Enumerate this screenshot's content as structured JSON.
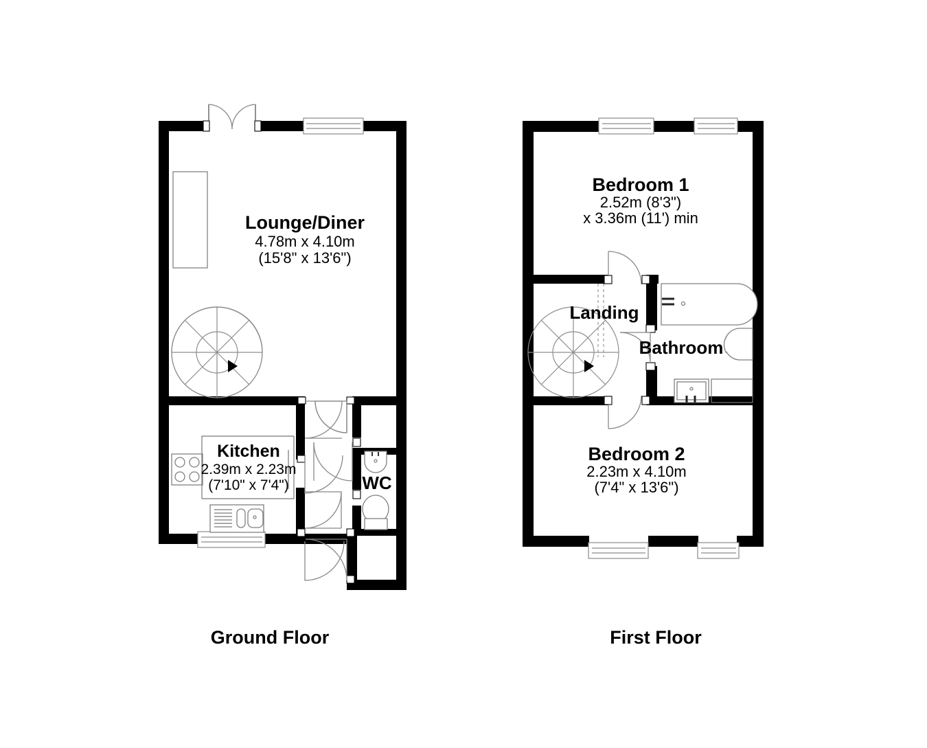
{
  "document": {
    "kind": "floor-plan",
    "background_color": "#ffffff",
    "ink_color": "#000000",
    "detail_color": "#808080"
  },
  "floors": [
    {
      "id": "ground-floor",
      "label": "Ground Floor",
      "rooms": [
        {
          "id": "lounge-diner",
          "name": "Lounge/Diner",
          "dim_metric": "4.78m x 4.10m",
          "dim_imperial": "(15'8\" x 13'6\")"
        },
        {
          "id": "kitchen",
          "name": "Kitchen",
          "dim_metric": "2.39m x 2.23m",
          "dim_imperial": "(7'10\" x 7'4\")"
        },
        {
          "id": "wc",
          "name": "WC",
          "dim_metric": "",
          "dim_imperial": ""
        }
      ],
      "fixtures": [
        "french-doors",
        "window-lounge",
        "window-kitchen",
        "hob",
        "sink",
        "wc-basin",
        "wc-toilet",
        "spiral-staircase",
        "under-stairs-recess",
        "entry-door"
      ]
    },
    {
      "id": "first-floor",
      "label": "First Floor",
      "rooms": [
        {
          "id": "bedroom-1",
          "name": "Bedroom 1",
          "dim_metric": "2.52m (8'3\")",
          "dim_imperial": "x 3.36m (11') min"
        },
        {
          "id": "landing",
          "name": "Landing",
          "dim_metric": "",
          "dim_imperial": ""
        },
        {
          "id": "bathroom",
          "name": "Bathroom",
          "dim_metric": "",
          "dim_imperial": ""
        },
        {
          "id": "bedroom-2",
          "name": "Bedroom 2",
          "dim_metric": "2.23m x 4.10m",
          "dim_imperial": "(7'4\" x 13'6\")"
        }
      ],
      "fixtures": [
        "window-bed1-left",
        "window-bed1-right",
        "window-bed2-left",
        "window-bed2-right",
        "bathtub",
        "bath-basin",
        "bath-toilet",
        "spiral-staircase",
        "door-bedroom-1",
        "door-bedroom-2",
        "door-bathroom"
      ]
    }
  ]
}
